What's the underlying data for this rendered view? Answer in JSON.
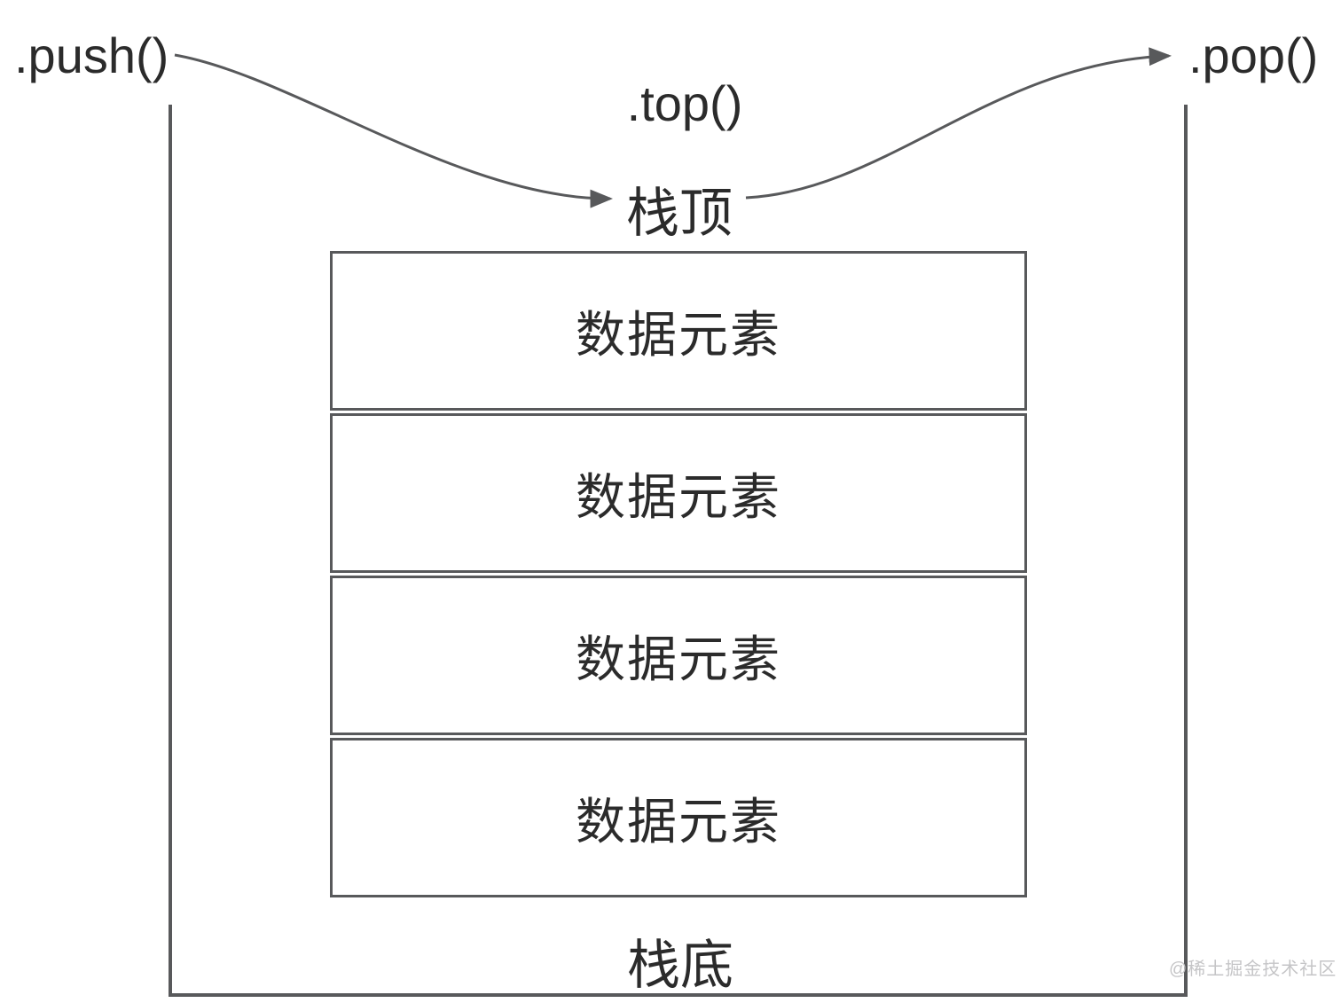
{
  "diagram": {
    "push_label": ".push()",
    "top_label": ".top()",
    "pop_label": ".pop()",
    "stack_top_label": "栈顶",
    "stack_bottom_label": "栈底",
    "elements": [
      {
        "label": "数据元素"
      },
      {
        "label": "数据元素"
      },
      {
        "label": "数据元素"
      },
      {
        "label": "数据元素"
      }
    ],
    "watermark": "@稀土掘金技术社区",
    "colors": {
      "line": "#58595b",
      "text": "#2b2b2b",
      "watermark": "#c5c5c7"
    }
  }
}
